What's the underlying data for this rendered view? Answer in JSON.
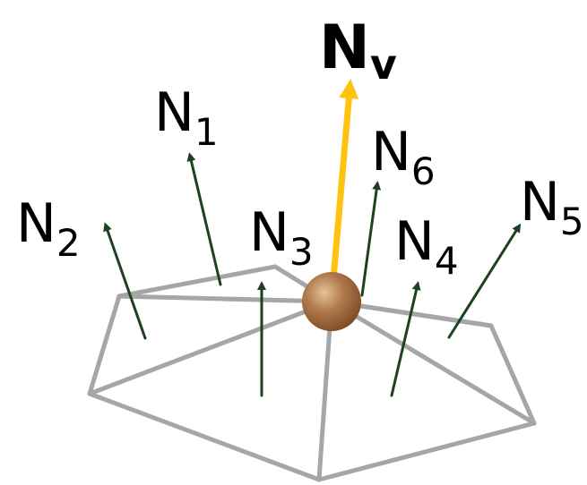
{
  "labels": {
    "nv": {
      "base": "N",
      "sub": "v"
    },
    "n1": {
      "base": "N",
      "sub": "1"
    },
    "n2": {
      "base": "N",
      "sub": "2"
    },
    "n3": {
      "base": "N",
      "sub": "3"
    },
    "n4": {
      "base": "N",
      "sub": "4"
    },
    "n5": {
      "base": "N",
      "sub": "5"
    },
    "n6": {
      "base": "N",
      "sub": "6"
    }
  },
  "colors": {
    "mesh_edge": "#a6a6a6",
    "face_normal": "#1e4220",
    "vertex_normal": "#ffc20e",
    "vertex": "#a8734a"
  }
}
